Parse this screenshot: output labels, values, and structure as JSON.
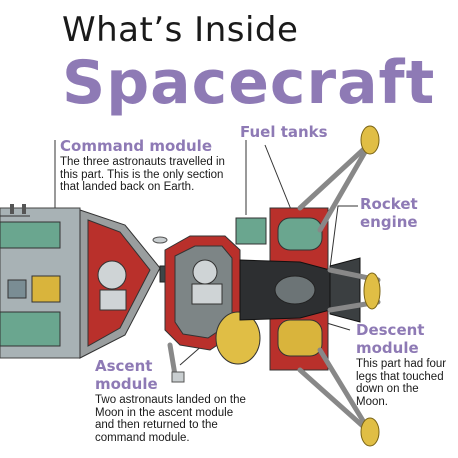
{
  "title": {
    "line1": "What’s Inside",
    "line2": "Spacecraft"
  },
  "labels": {
    "command_module": {
      "heading": "Command module",
      "text": "The three astronauts travelled in this part. This is the only section that landed back on Earth."
    },
    "fuel_tanks": {
      "heading": "Fuel tanks"
    },
    "rocket_engine": {
      "heading_line1": "Rocket",
      "heading_line2": "engine"
    },
    "descent_module": {
      "heading_line1": "Descent",
      "heading_line2": "module",
      "text": "This part had four legs that touched down on the Moon."
    },
    "ascent_module": {
      "heading_line1": "Ascent",
      "heading_line2": "module",
      "text": "Two astronauts landed on the Moon in the ascent module and then returned to the command module."
    }
  },
  "colors": {
    "accent_purple": "#8e7ab5",
    "hull_red": "#b9302b",
    "tank_green": "#5f9e86",
    "tank_gold": "#d8b23a",
    "text": "#1a1a1a"
  }
}
